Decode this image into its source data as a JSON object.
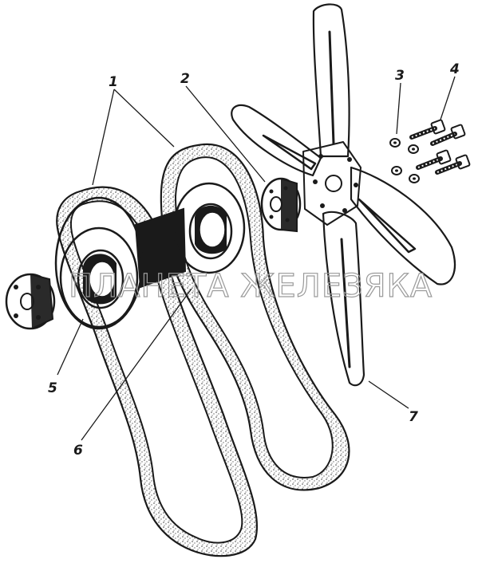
{
  "watermark": "ПЛАНЕТА ЖЕЛЕЗЯКА",
  "callouts": {
    "c1": "1",
    "c2": "2",
    "c3": "3",
    "c4": "4",
    "c5": "5",
    "c6": "6",
    "c7": "7"
  }
}
